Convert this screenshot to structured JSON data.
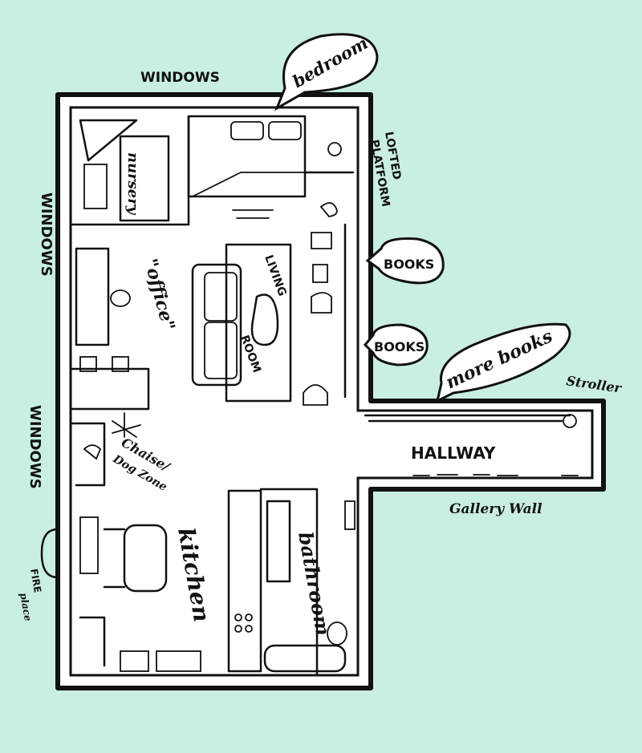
{
  "colors": {
    "background": "#c9efe1",
    "ink": "#111111",
    "floor": "#ffffff"
  },
  "labels": {
    "windows_top": "WINDOWS",
    "windows_left_upper": "WINDOWS",
    "windows_left_lower": "WINDOWS",
    "bedroom": "bedroom",
    "lofted_platform_line1": "LOFTED",
    "lofted_platform_line2": "PLATFORM",
    "books_1": "BOOKS",
    "books_2": "BOOKS",
    "more_books": "more books",
    "stroller": "Stroller",
    "hallway": "HALLWAY",
    "gallery_wall": "Gallery Wall",
    "nursery": "nursery",
    "office": "\"office\"",
    "living_room_line1": "LIVING",
    "living_room_line2": "ROOM",
    "chaise_line1": "Chaise/",
    "chaise_line2": "Dog Zone",
    "kitchen": "kitchen",
    "bathroom": "bathroom",
    "fireplace_line1": "FIRE",
    "fireplace_line2": "place"
  }
}
